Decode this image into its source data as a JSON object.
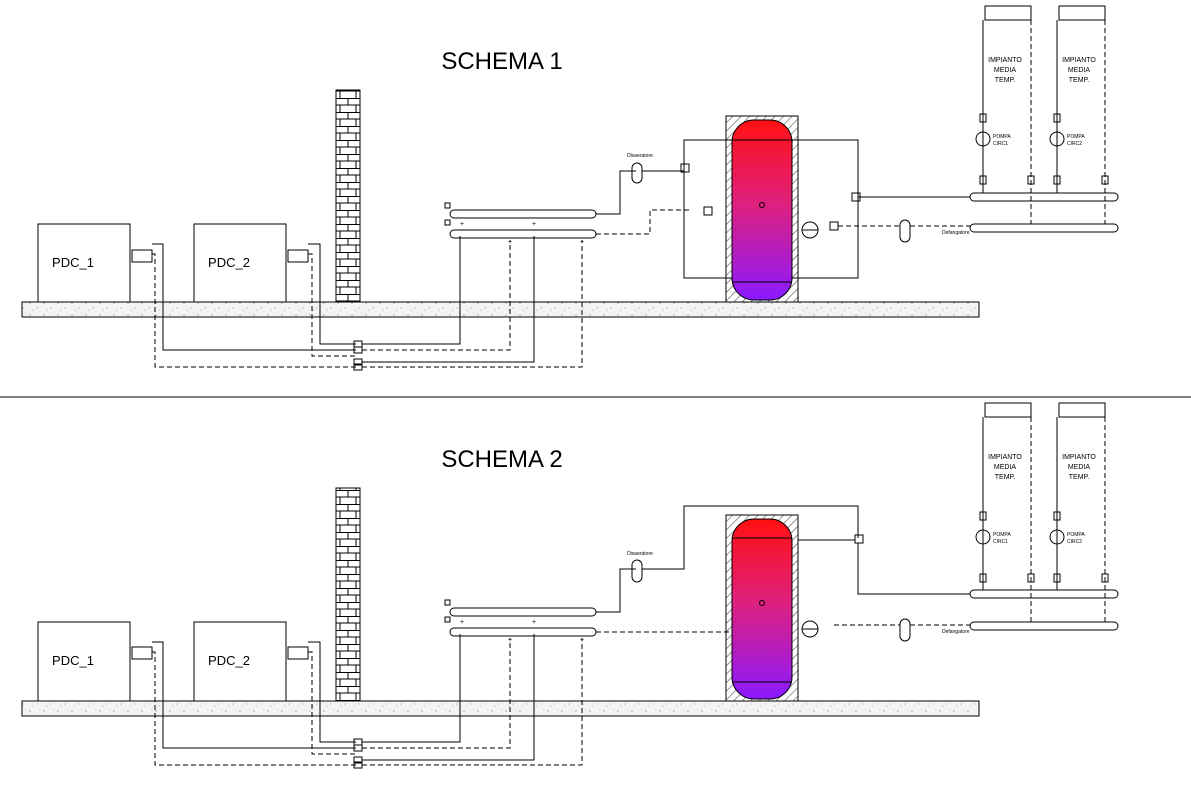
{
  "schemas": [
    {
      "title": "SCHEMA 1",
      "units": [
        "PDC_1",
        "PDC_2"
      ],
      "deaerator_label": "Disaeratore",
      "degasser_label": "Defangatore",
      "plant_lines": [
        "IMPIANTO",
        "MEDIA",
        "TEMP."
      ],
      "pumps": [
        [
          "POMPA",
          "CIRC1"
        ],
        [
          "POMPA",
          "CIRC2"
        ]
      ]
    },
    {
      "title": "SCHEMA 2",
      "units": [
        "PDC_1",
        "PDC_2"
      ],
      "deaerator_label": "Disaeratore",
      "degasser_label": "Defangatore",
      "plant_lines": [
        "IMPIANTO",
        "MEDIA",
        "TEMP."
      ],
      "pumps": [
        [
          "POMPA",
          "CIRC1"
        ],
        [
          "POMPA",
          "CIRC2"
        ]
      ]
    }
  ],
  "colors": {
    "tank_top": "#ff1a1a",
    "tank_bottom": "#8a1aff",
    "ground": "#f2f2f2",
    "line": "#000000"
  }
}
